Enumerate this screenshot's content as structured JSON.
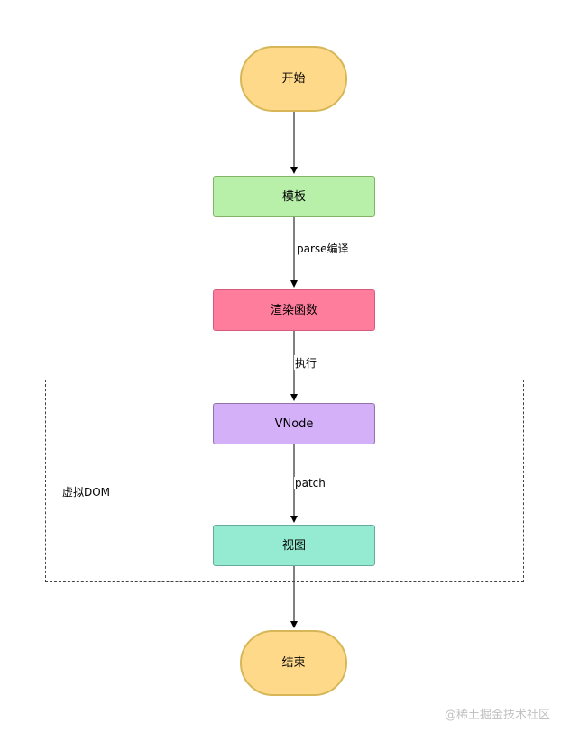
{
  "diagram": {
    "nodes": {
      "start": "开始",
      "template": "模板",
      "render": "渲染函数",
      "vnode": "VNode",
      "view": "视图",
      "end": "结束"
    },
    "edges": {
      "parse": "parse编译",
      "execute": "执行",
      "patch": "patch"
    },
    "group": {
      "label": "虚拟DOM"
    }
  },
  "watermark": "@稀土掘金技术社区",
  "colors": {
    "terminal_fill": "#ffd98a",
    "terminal_stroke": "#d6b656",
    "template_fill": "#b8f0a9",
    "render_fill": "#ff7d9c",
    "vnode_fill": "#d3b0f7",
    "view_fill": "#95ebd2",
    "line": "#000000"
  }
}
